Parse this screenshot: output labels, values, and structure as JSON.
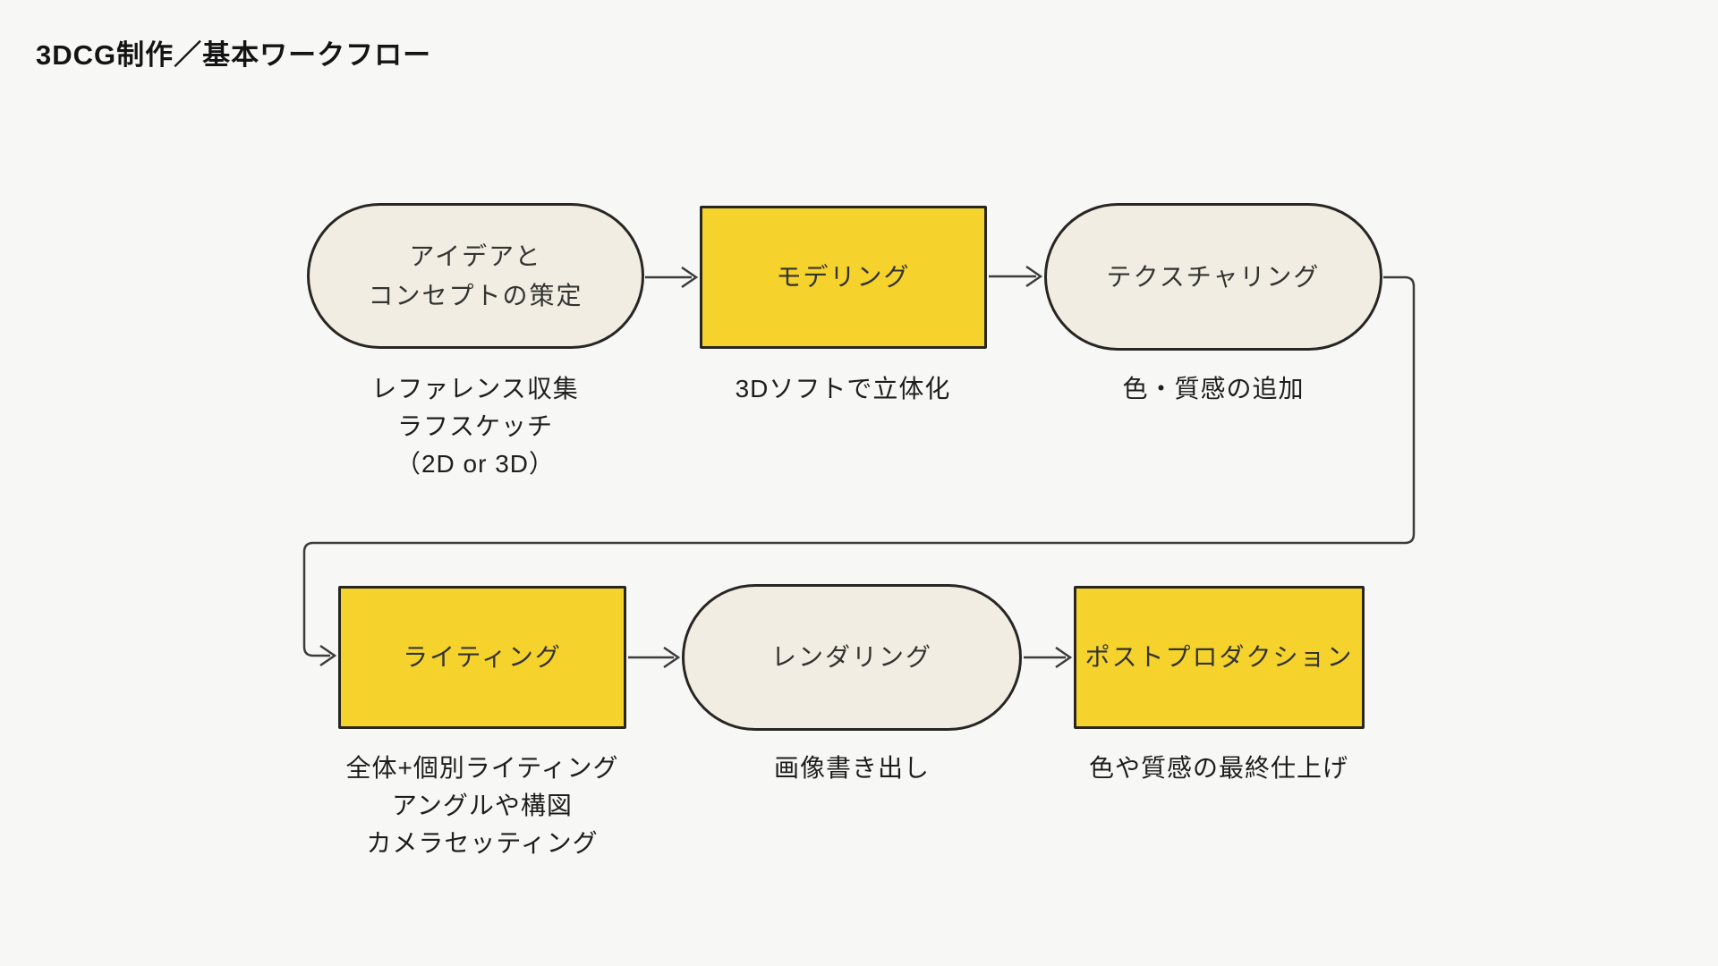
{
  "page": {
    "title": "3DCG制作／基本ワークフロー"
  },
  "colors": {
    "background": "#f7f7f6",
    "node_yellow": "#f5d32c",
    "node_cream": "#f2ede3",
    "node_border": "#282622",
    "connector": "#3c3c3c",
    "text": "#1e1e1e"
  },
  "diagram": {
    "nodes": [
      {
        "id": "ideation",
        "shape": "pill",
        "label_lines": [
          "アイデアと",
          "コンセプトの策定"
        ],
        "caption_lines": [
          "レファレンス収集",
          "ラフスケッチ",
          "（2D or 3D）"
        ]
      },
      {
        "id": "modeling",
        "shape": "rect",
        "label_lines": [
          "モデリング"
        ],
        "caption_lines": [
          "3Dソフトで立体化"
        ]
      },
      {
        "id": "texturing",
        "shape": "pill",
        "label_lines": [
          "テクスチャリング"
        ],
        "caption_lines": [
          "色・質感の追加"
        ]
      },
      {
        "id": "lighting",
        "shape": "rect",
        "label_lines": [
          "ライティング"
        ],
        "caption_lines": [
          "全体+個別ライティング",
          "アングルや構図",
          "カメラセッティング"
        ]
      },
      {
        "id": "rendering",
        "shape": "pill",
        "label_lines": [
          "レンダリング"
        ],
        "caption_lines": [
          "画像書き出し"
        ]
      },
      {
        "id": "postproduction",
        "shape": "rect",
        "label_lines": [
          "ポストプロダクション"
        ],
        "caption_lines": [
          "色や質感の最終仕上げ"
        ]
      }
    ],
    "edges": [
      {
        "from": "ideation",
        "to": "modeling"
      },
      {
        "from": "modeling",
        "to": "texturing"
      },
      {
        "from": "texturing",
        "to": "lighting"
      },
      {
        "from": "lighting",
        "to": "rendering"
      },
      {
        "from": "rendering",
        "to": "postproduction"
      }
    ]
  }
}
